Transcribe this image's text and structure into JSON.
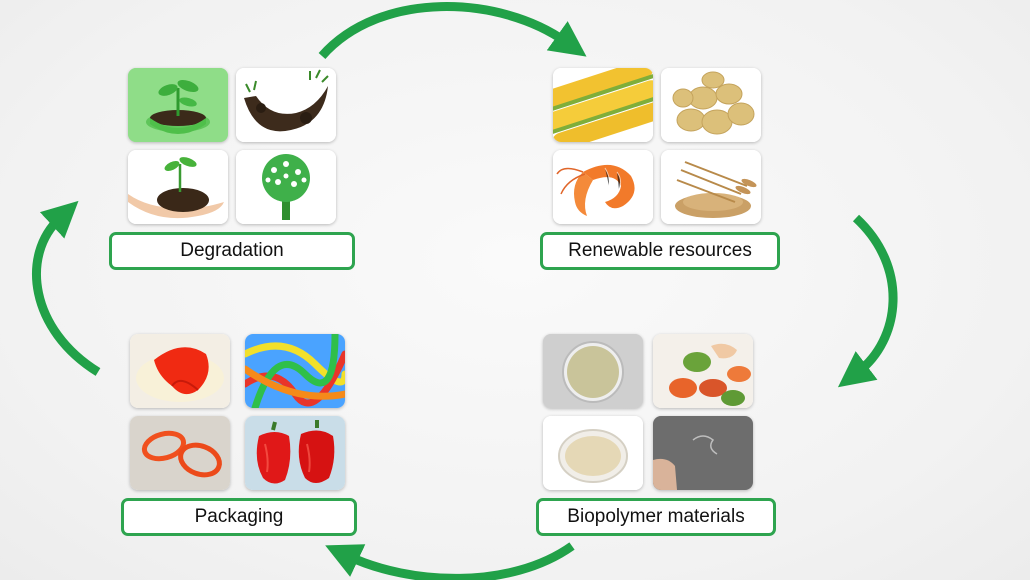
{
  "stages": [
    {
      "id": "degradation",
      "label": "Degradation",
      "icons": [
        "seedling-in-soil-icon",
        "soil-clod-icon",
        "hand-with-sprout-icon",
        "green-tree-icon"
      ]
    },
    {
      "id": "renewable",
      "label": "Renewable resources",
      "icons": [
        "corn-icon",
        "potatoes-icon",
        "shrimp-icon",
        "wheat-icon"
      ]
    },
    {
      "id": "biopolymer",
      "label": "Biopolymer materials",
      "icons": [
        "powder-dish-icon",
        "gel-samples-icon",
        "powder-petri-icon",
        "film-sample-icon"
      ]
    },
    {
      "id": "packaging",
      "label": "Packaging",
      "icons": [
        "red-molded-part-icon",
        "colorful-strips-icon",
        "orange-rings-icon",
        "red-peppers-icon"
      ]
    }
  ],
  "colors": {
    "accent": "#2ea44f",
    "arrow": "#21a148"
  }
}
